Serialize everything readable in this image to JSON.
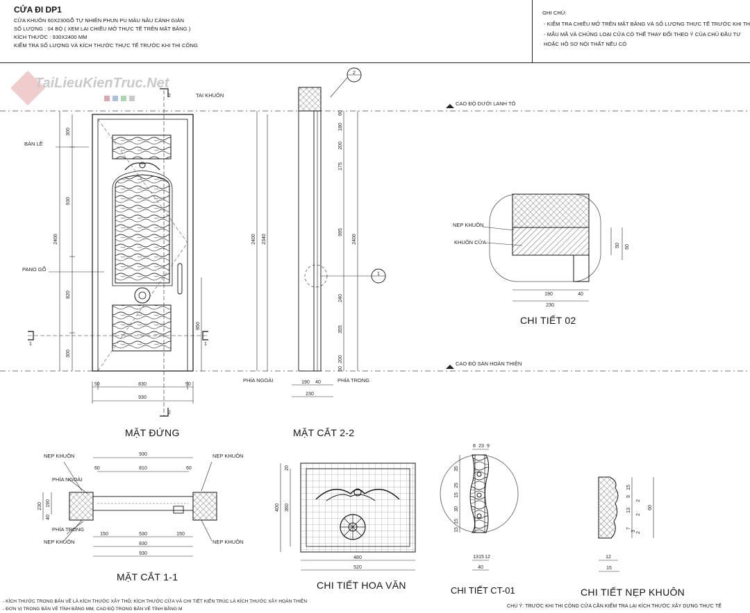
{
  "header": {
    "title": "CỬA ĐI DP1",
    "lines": [
      "CỬA KHUÔN 60X230GỖ TỰ NHIÊN PHUN PU MÀU NÂU CÁNH GIÁN",
      "SỐ LƯỢNG : 04 BỘ ( XEM LẠI CHIỀU MỞ THỰC TẾ TRÊN MẶT BẰNG )",
      "KÍCH THƯỚC : 930X2400 MM",
      "KIỂM TRA SỐ LƯỢNG VÀ KÍCH THƯỚC THỰC TẾ TRƯỚC KHI THI CÔNG"
    ],
    "notes_title": "GHI CHÚ:",
    "notes": [
      "- KIỂM TRA CHIỀU MỞ TRÊN MẶT BẰNG VÀ SỐ LƯỢNG THỰC TẾ  TRƯỚC KHI THI CÔNG",
      "- MẪU MÃ VÀ CHỦNG LOẠI CỬA CÓ THỂ THAY ĐỔI THEO Ý CỦA CHỦ ĐẦU TƯ",
      "  HOẶC HỒ SƠ NỘI THẤT NẾU CÓ"
    ]
  },
  "watermark": "TaiLieuKienTruc.Net",
  "levels": {
    "top": "CAO ĐỘ DƯỚI LANH TÔ",
    "bottom": "CAO ĐỘ SÀN HOÀN THIỆN"
  },
  "elevation": {
    "title": "MẶT ĐỨNG",
    "labels": {
      "ban_le": "BẢN LỀ",
      "pano": "PANO GỖ",
      "tai_khuon": "TAI KHUÔN"
    },
    "dims_left": [
      "300",
      "930",
      "820",
      "300"
    ],
    "dim_total": "2400",
    "dim_handle": "850",
    "dims_bottom": [
      "50",
      "830",
      "50"
    ],
    "dim_width": "930",
    "cut_mark_1": "1",
    "cut_mark_2": "2"
  },
  "section22": {
    "title": "MẶT CẮT 2-2",
    "dim_total": "2400",
    "dim_inner": "2340",
    "dim_side": "2400",
    "dims": [
      "60",
      "180",
      "200",
      "175",
      "995",
      "240",
      "355",
      "200",
      "50"
    ],
    "phia_ngoai": "PHÍA NGOÀI",
    "phia_trong": "PHÍA TRONG",
    "dims_bottom": [
      "190",
      "40"
    ],
    "dim_width": "230",
    "callout_1": "1",
    "callout_2": "2"
  },
  "detail02": {
    "title": "CHI TIẾT 02",
    "nep_khuon": "NẸP KHUÔN",
    "khuon_cua": "KHUÔN CỬA",
    "dims_bottom": [
      "190",
      "40"
    ],
    "dim_width": "230",
    "dims_right": [
      "50",
      "60"
    ]
  },
  "section11": {
    "title": "MẶT CẮT 1-1",
    "nep_khuon": "NẸP KHUÔN",
    "phia_ngoai": "PHÍA NGOÀI",
    "phia_trong": "PHÍA TRONG",
    "dims_top": [
      "930",
      "810",
      "60",
      "60"
    ],
    "dims_left": [
      "230",
      "190",
      "40"
    ],
    "dims_bottom_row1": [
      "150",
      "530",
      "150"
    ],
    "dims_bottom_row2": [
      "830"
    ],
    "dims_bottom_row3": [
      "930"
    ]
  },
  "pattern": {
    "title": "CHI TIẾT HOA VĂN",
    "dim_h_outer": "400",
    "dim_h_inner": "360",
    "dim_w_inner": "480",
    "dim_w_outer": "520",
    "dim_side": "20"
  },
  "ct01": {
    "title": "CHI TIẾT CT-01",
    "dims_top": [
      "8",
      "23",
      "9"
    ],
    "dims_left": [
      "35",
      "25",
      "15",
      "30",
      "15",
      "15"
    ],
    "dims_bottom": [
      "13",
      "15",
      "12"
    ],
    "dim_width": "40"
  },
  "nep": {
    "title": "CHI TIẾT NẸP KHUÔN",
    "dims_right": [
      "15",
      "9",
      "2",
      "13",
      "2",
      "7",
      "3",
      "2"
    ],
    "dim_total": "60",
    "dims_bottom": [
      "12",
      "15"
    ]
  },
  "footer": {
    "left_lines": [
      "- KÍCH THƯỚC TRONG BẢN VẼ LÀ KÍCH THƯỚC XÂY THÔ;  KÍCH THƯỚC CỬA VÀ CHI TIẾT KIẾN TRÚC LÀ KÍCH THƯỚC XÂY HOÀN THIỆN",
      "- ĐƠN VỊ TRONG BẢN VẼ TÍNH BẰNG MM, CAO ĐỘ TRONG BẢN VẼ TÍNH BẰNG M"
    ],
    "right": "CHÚ Ý: TRƯỚC KHI THI CÔNG CỬA CẦN KIỂM TRA LẠI KÍCH THƯỚC XÂY DỰNG THỰC TẾ"
  }
}
